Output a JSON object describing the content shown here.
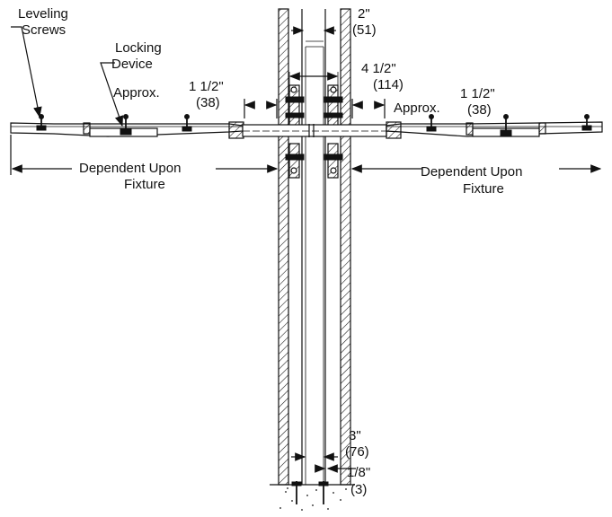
{
  "labels": {
    "leveling_screws_1": "Leveling",
    "leveling_screws_2": "Screws",
    "locking_device_1": "Locking",
    "locking_device_2": "Device",
    "approx_left": "Approx.",
    "approx_right": "Approx.",
    "dim_left_1": "1 1/2\"",
    "dim_left_2": "(38)",
    "dim_right_1": "1 1/2\"",
    "dim_right_2": "(38)",
    "dim_top_1": "2\"",
    "dim_top_2": "(51)",
    "dim_mid_1": "4 1/2\"",
    "dim_mid_2": "(114)",
    "dependent_left_1": "Dependent Upon",
    "dependent_left_2": "Fixture",
    "dependent_right_1": "Dependent Upon",
    "dependent_right_2": "Fixture",
    "dim_bottom_1": "3\"",
    "dim_bottom_2": "(76)",
    "dim_gap_1": "1/8\"",
    "dim_gap_2": "(3)"
  }
}
